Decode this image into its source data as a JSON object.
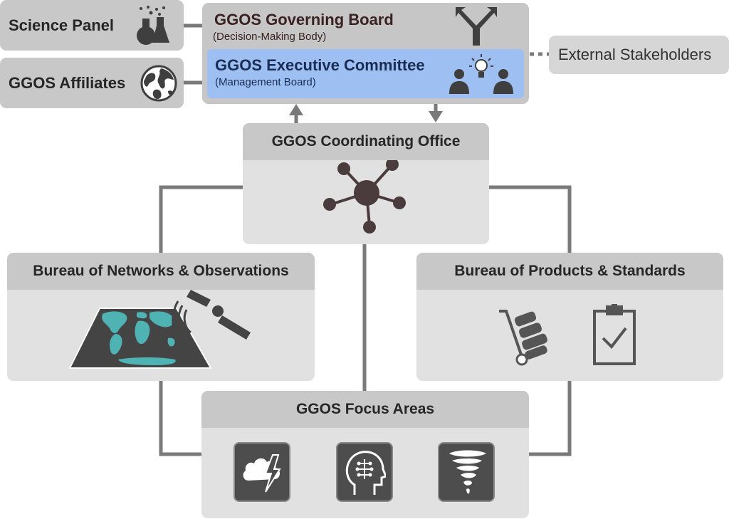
{
  "governing_board": {
    "title": "GGOS Governing Board",
    "subtitle": "(Decision-Making Body)",
    "icon": "fork-arrows-icon"
  },
  "executive_committee": {
    "title": "GGOS Executive Committee",
    "subtitle": "(Management Board)",
    "icon": "team-idea-icon"
  },
  "science_panel": {
    "label": "Science Panel",
    "icon": "lab-flasks-icon"
  },
  "affiliates": {
    "label": "GGOS Affiliates",
    "icon": "globe-icon"
  },
  "external_stakeholders": {
    "label": "External Stakeholders"
  },
  "coordinating_office": {
    "title": "GGOS Coordinating Office",
    "icon": "network-hub-icon"
  },
  "bureau_networks": {
    "title": "Bureau of Networks & Observations",
    "icon": "satellite-map-icon"
  },
  "bureau_products": {
    "title": "Bureau of Products & Standards",
    "icons": [
      "hand-truck-icon",
      "clipboard-check-icon"
    ]
  },
  "focus_areas": {
    "title": "GGOS Focus Areas",
    "icons": [
      "storm-cloud-lightning-icon",
      "head-circuit-icon",
      "tornado-icon"
    ]
  },
  "colors": {
    "box_dark": "#c8c8c8",
    "box_light": "#e1e1e1",
    "executive_blue": "#9ebff2",
    "icon_dark": "#4d4d4d",
    "map_land": "#4fb3b4",
    "connector": "#7a7a7a"
  }
}
